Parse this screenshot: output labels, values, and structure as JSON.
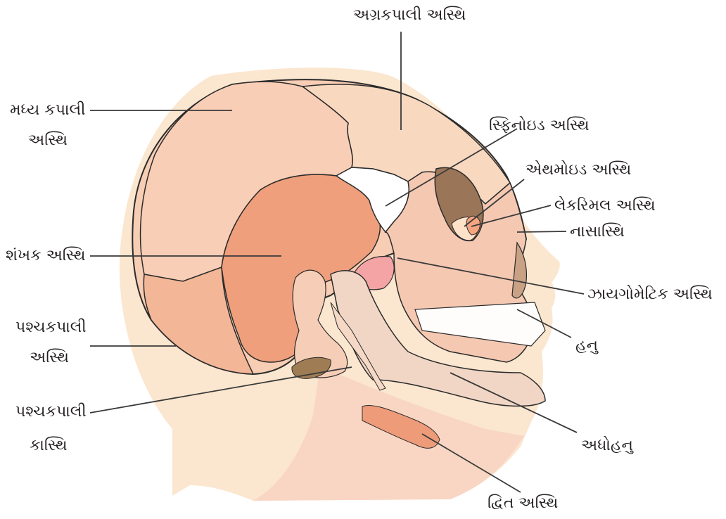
{
  "labels": {
    "frontal": "અગ્રકપાલી અસ્થિ",
    "parietal_1": "મધ્ય કપાલી",
    "parietal_2": "અસ્થિ",
    "sphenoid": "સ્ફિનોઇડ અસ્થિ",
    "ethmoid": "એથમોઇડ અસ્થિ",
    "lacrimal": "લેકરિમલ અસ્થિ",
    "nasal": "નાસાસ્થિ",
    "temporal": "શંખક અસ્થિ",
    "zygomatic": "ઝાયગોમેટિક અસ્થિ",
    "occipital_1": "પશ્ચકપાલી",
    "occipital_2": "અસ્થિ",
    "maxilla": "હનુ",
    "occ_condyle_1": "પશ્ચકપાલી",
    "occ_condyle_2": "કાસ્થિ",
    "mandible": "અધોહનુ",
    "hyoid": "દ્વિત અસ્થિ"
  },
  "colors": {
    "head_skin": "#fbe6cf",
    "skull_base": "#f7cdb4",
    "frontal": "#f8d8bf",
    "temporal": "#ef9f7c",
    "occipital": "#f3b798",
    "face_bones": "#f5c8b2",
    "sphenoid": "#ffffff",
    "orbit_dark": "#9a7558",
    "neck": "#f9d6c3",
    "hyoid": "#ee9b7a",
    "outline": "#2b2b2b",
    "leader": "#3a3a3a"
  }
}
